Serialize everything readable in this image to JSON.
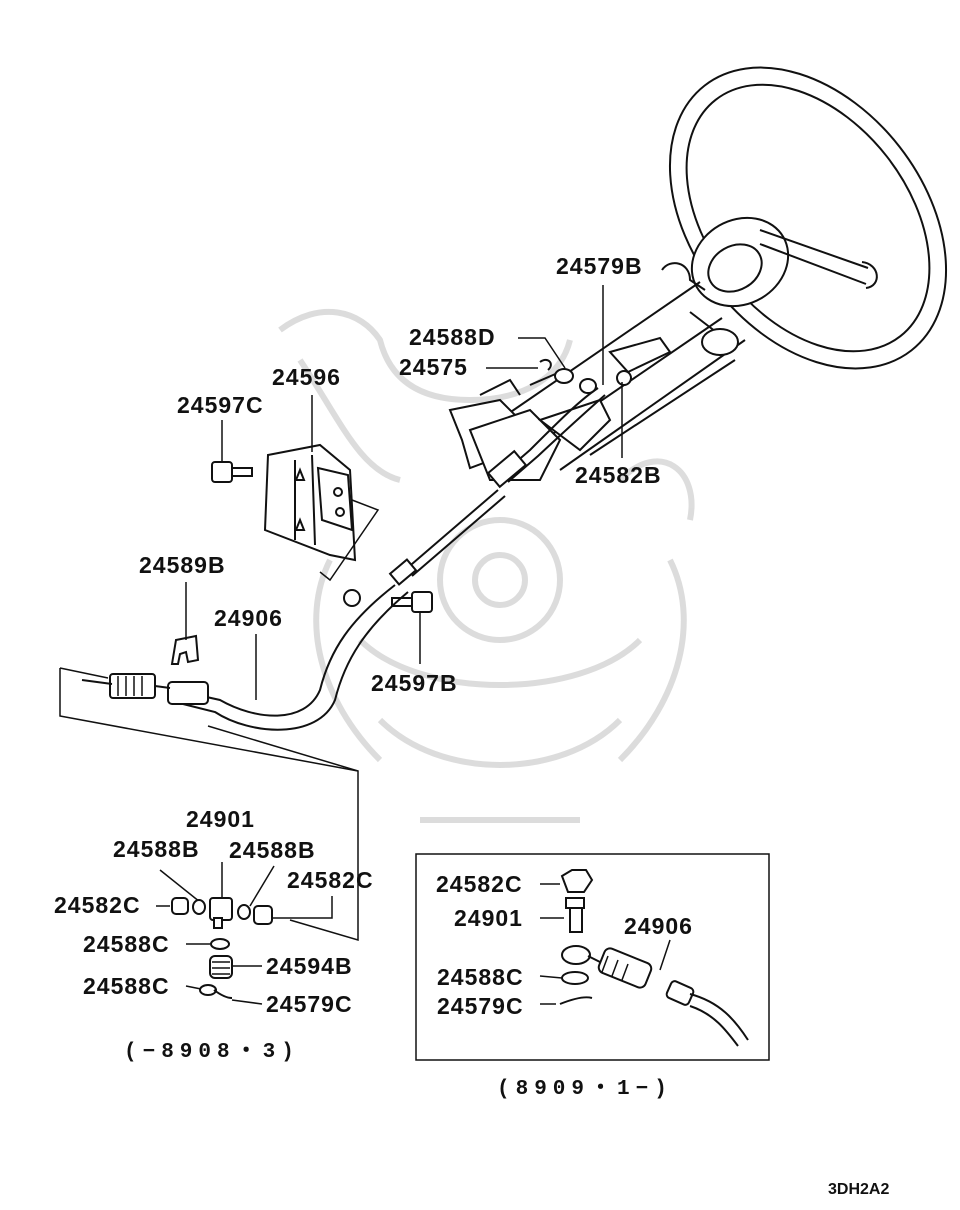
{
  "labels": {
    "l24579B": "24579B",
    "l24588D": "24588D",
    "l24575": "24575",
    "l24582B": "24582B",
    "l24596": "24596",
    "l24597C": "24597C",
    "l24589B": "24589B",
    "l24906a": "24906",
    "l24597B": "24597B",
    "l24901a": "24901",
    "l24588Ba": "24588B",
    "l24588Bb": "24588B",
    "l24582Ca": "24582C",
    "l24582Cb": "24582C",
    "l24588Ca": "24588C",
    "l24594B": "24594B",
    "l24588Cb": "24588C",
    "l24579Ca": "24579C",
    "l24582Cc": "24582C",
    "l24901b": "24901",
    "l24906b": "24906",
    "l24588Cc": "24588C",
    "l24579Cb": "24579C"
  },
  "captions": {
    "left_range": "(−8908・3)",
    "right_range": "(8909・1−)"
  },
  "diagram_code": "3DH2A2"
}
